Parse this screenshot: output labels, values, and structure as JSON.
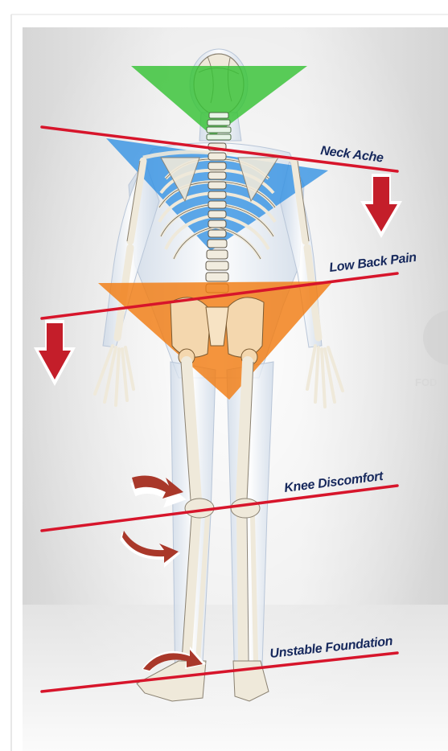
{
  "labels": {
    "neck": "Neck Ache",
    "low_back": "Low Back Pain",
    "knee": "Knee Discomfort",
    "foundation": "Unstable Foundation"
  },
  "watermark": "FOD",
  "colors": {
    "neck_triangle": "#36c235",
    "shoulder_triangle": "#2f8fe3",
    "pelvis_triangle": "#f27d12",
    "line": "#d7152b",
    "arrow": "#c41e2a",
    "label_text": "#16285c",
    "background": "#e7e7e7",
    "floor": "#f6f6f6",
    "bone": "#efe9da"
  },
  "icons": [
    "down-arrow-icon",
    "curved-arrow-icon",
    "rotation-arrow-icon"
  ]
}
